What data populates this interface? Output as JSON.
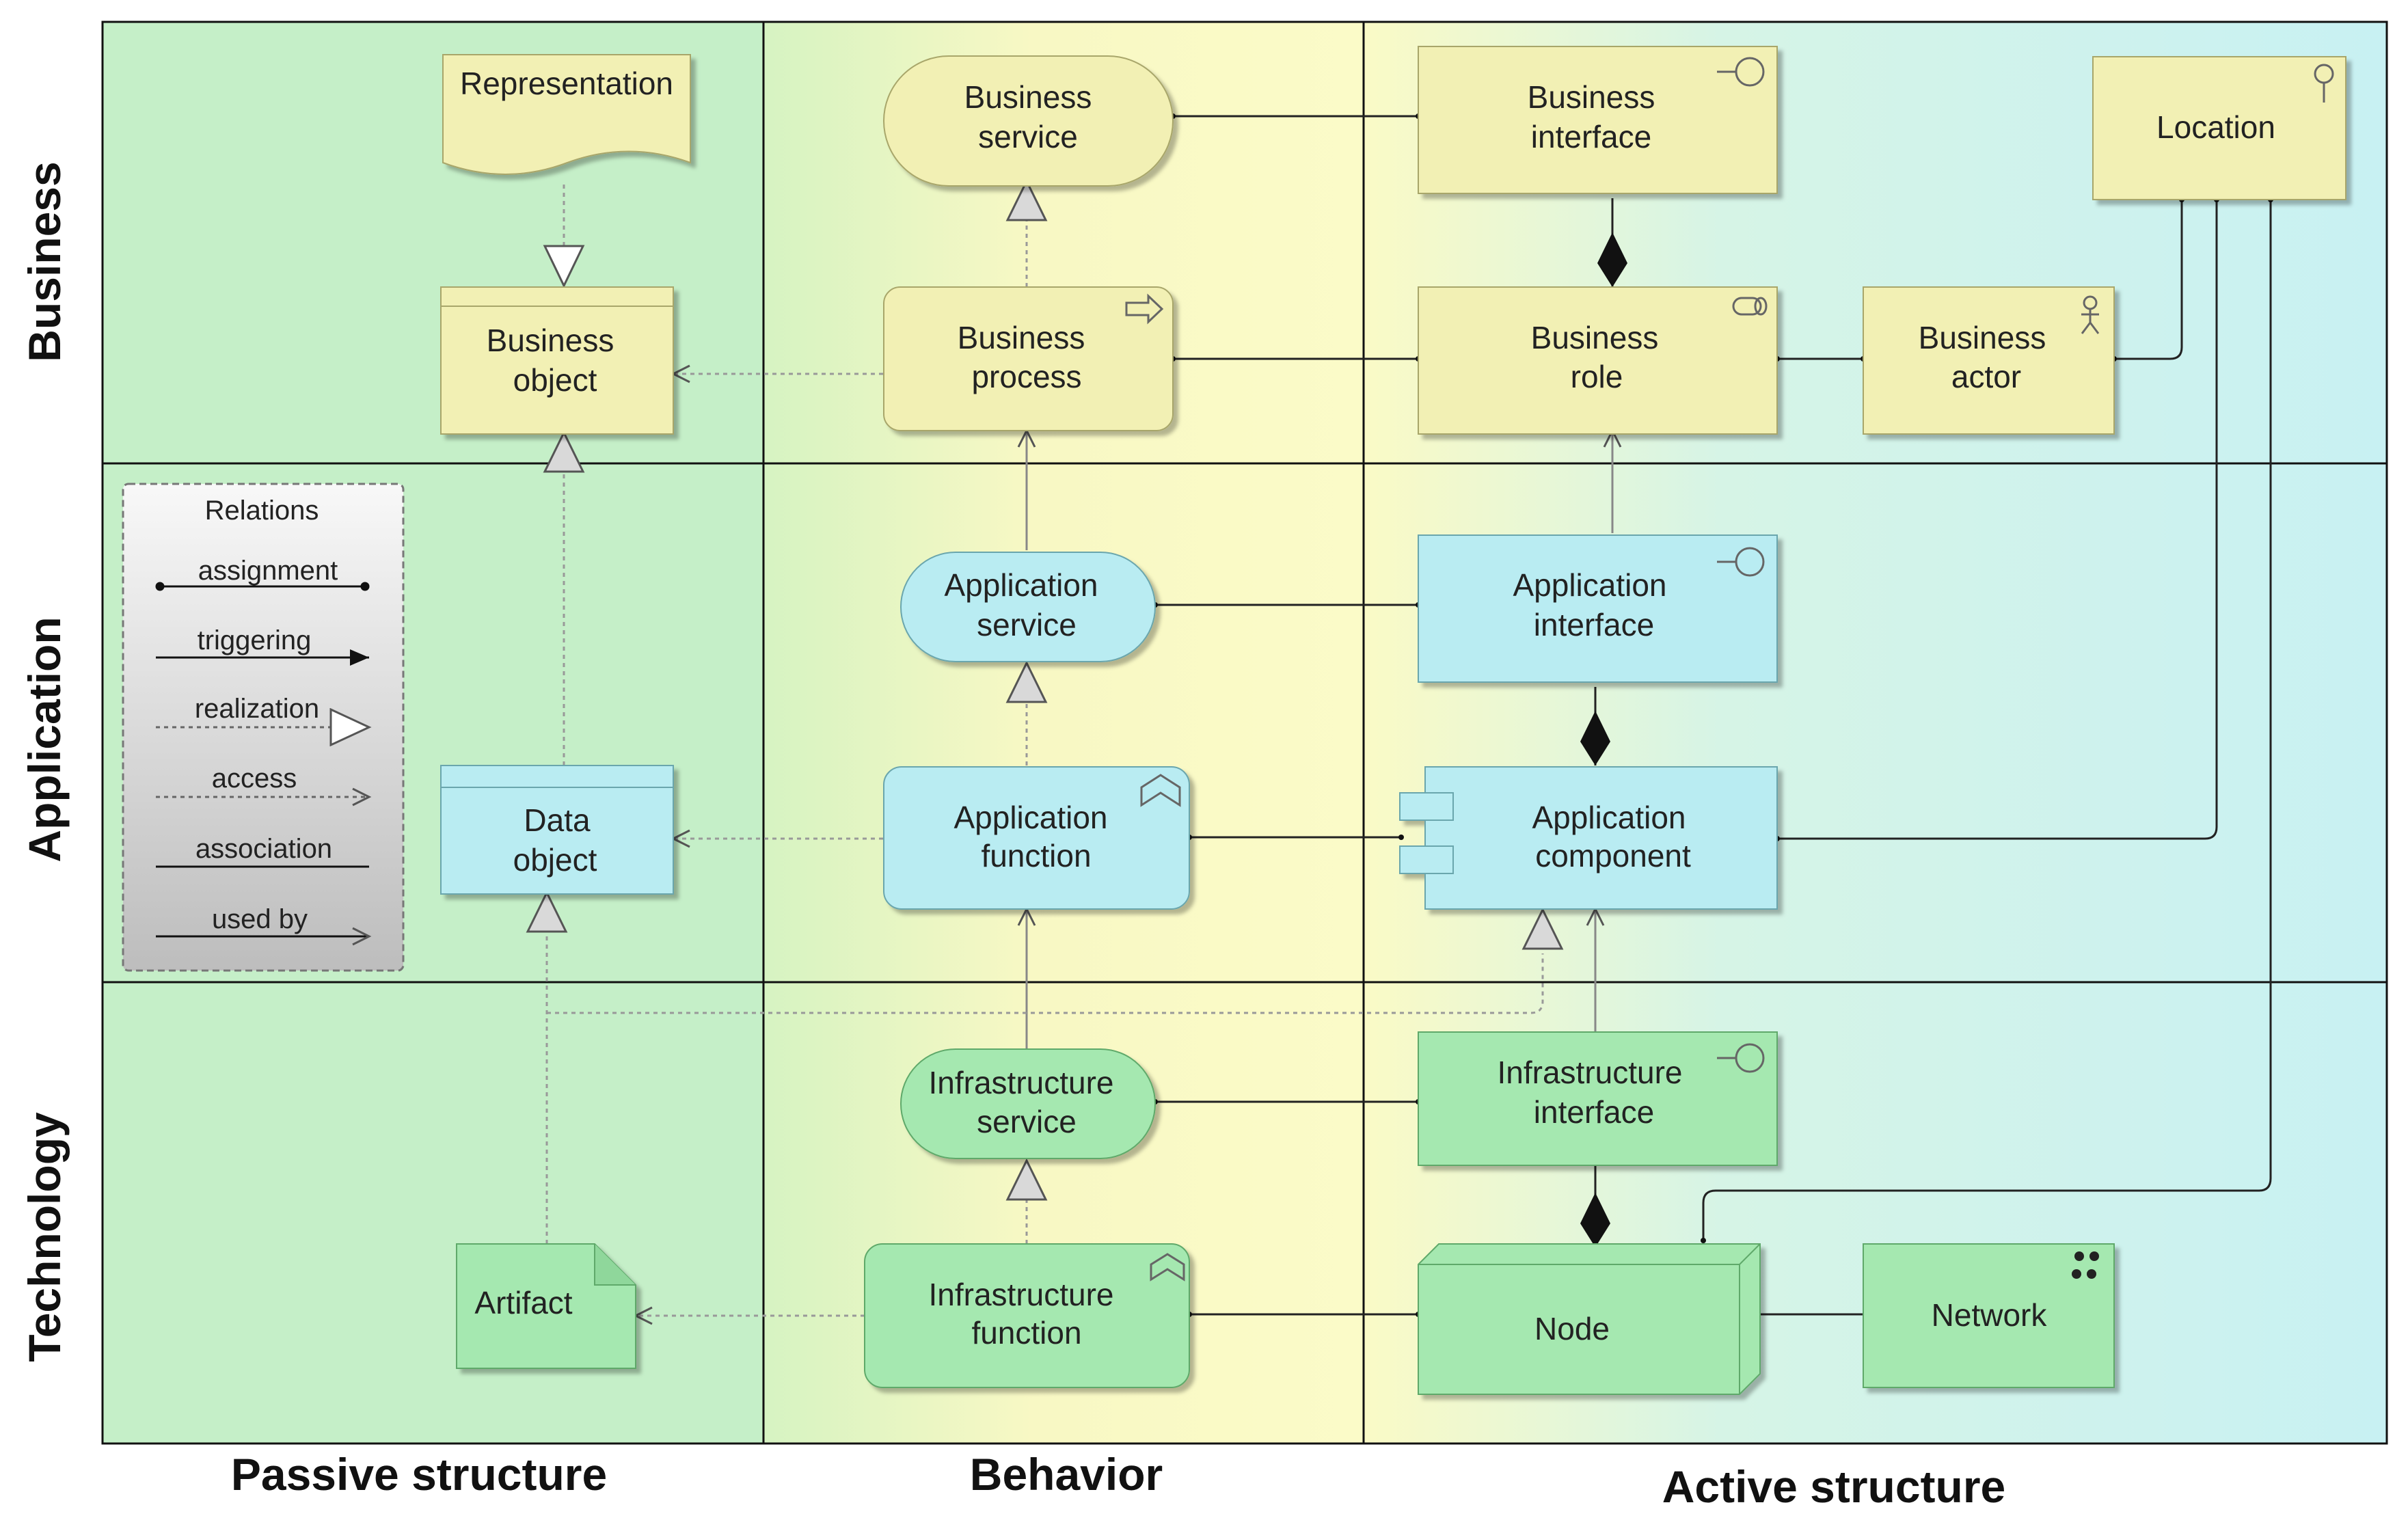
{
  "columns": {
    "passive": "Passive structure",
    "behavior": "Behavior",
    "active": "Active structure"
  },
  "rows": {
    "business": "Business",
    "application": "Application",
    "technology": "Technology"
  },
  "elements": {
    "representation": "Representation",
    "business_service": [
      "Business",
      "service"
    ],
    "business_interface": [
      "Business",
      "interface"
    ],
    "location": "Location",
    "business_object": [
      "Business",
      "object"
    ],
    "business_process": [
      "Business",
      "process"
    ],
    "business_role": [
      "Business",
      "role"
    ],
    "business_actor": [
      "Business",
      "actor"
    ],
    "application_service": [
      "Application",
      "service"
    ],
    "application_interface": [
      "Application",
      "interface"
    ],
    "data_object": [
      "Data",
      "object"
    ],
    "application_function": [
      "Application",
      "function"
    ],
    "application_component": [
      "Application",
      "component"
    ],
    "infrastructure_service": [
      "Infrastructure",
      "service"
    ],
    "infrastructure_interface": [
      "Infrastructure",
      "interface"
    ],
    "artifact": "Artifact",
    "infrastructure_function": [
      "Infrastructure",
      "function"
    ],
    "node": "Node",
    "network": "Network"
  },
  "legend": {
    "title": "Relations",
    "items": [
      "assignment",
      "triggering",
      "realization",
      "access",
      "association",
      "used by"
    ]
  },
  "colors": {
    "business_fill": "#f2f0b4",
    "application_fill": "#b9ecf2",
    "technology_fill": "#a5e8b0",
    "passive_bg": "#c6f0c8",
    "behavior_bg": "#f7f7c2",
    "active_bg": "#cff3f2"
  }
}
